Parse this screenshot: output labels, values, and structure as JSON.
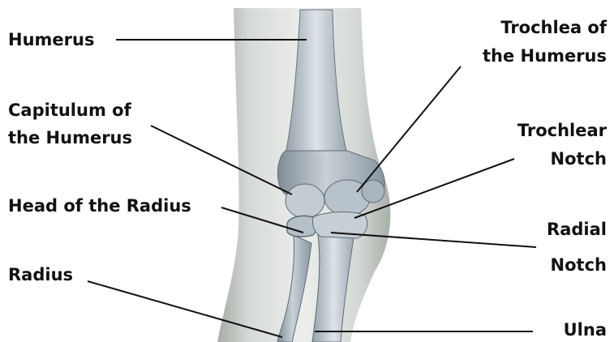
{
  "colors": {
    "label_text": "#111111",
    "leader_line": "#111111",
    "skin": "#c8ccc8",
    "bone": "#a9b3bb"
  },
  "labels": {
    "humerus": "Humerus",
    "capitulum_line1": "Capitulum of",
    "capitulum_line2": "the Humerus",
    "head_radius": "Head of the Radius",
    "radius": "Radius",
    "trochlea_line1": "Trochlea of",
    "trochlea_line2": "the Humerus",
    "trochlear_notch_line1": "Trochlear",
    "trochlear_notch_line2": "Notch",
    "radial_notch_line1": "Radial",
    "radial_notch_line2": "Notch",
    "ulna": "Ulna"
  }
}
